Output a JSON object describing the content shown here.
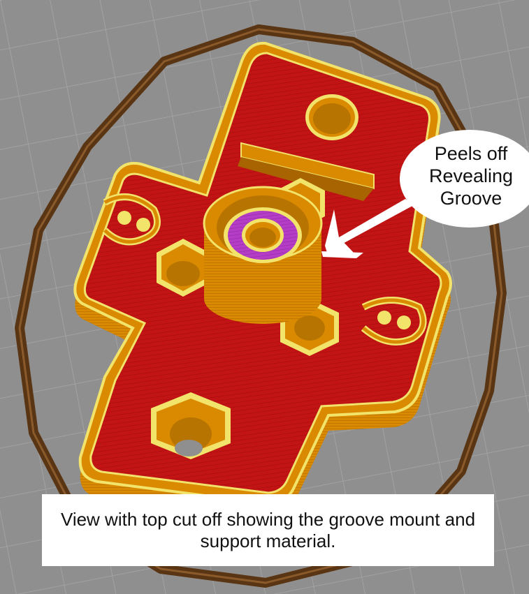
{
  "callout": {
    "line1": "Peels off",
    "line2": "Revealing",
    "line3": "Groove"
  },
  "caption": {
    "text": "View with top cut off showing the groove mount and support material."
  },
  "colors": {
    "background": "#8f8f8f",
    "grid_line": "#a7a7a7",
    "top_surface": "#c41414",
    "perimeter_orange": "#d98a00",
    "perimeter_yellow": "#f2e36a",
    "skirt_brown": "#6a3f1b",
    "purple_infill": "#b43cc6",
    "callout_bg": "#ffffff",
    "arrow": "#ffffff"
  }
}
